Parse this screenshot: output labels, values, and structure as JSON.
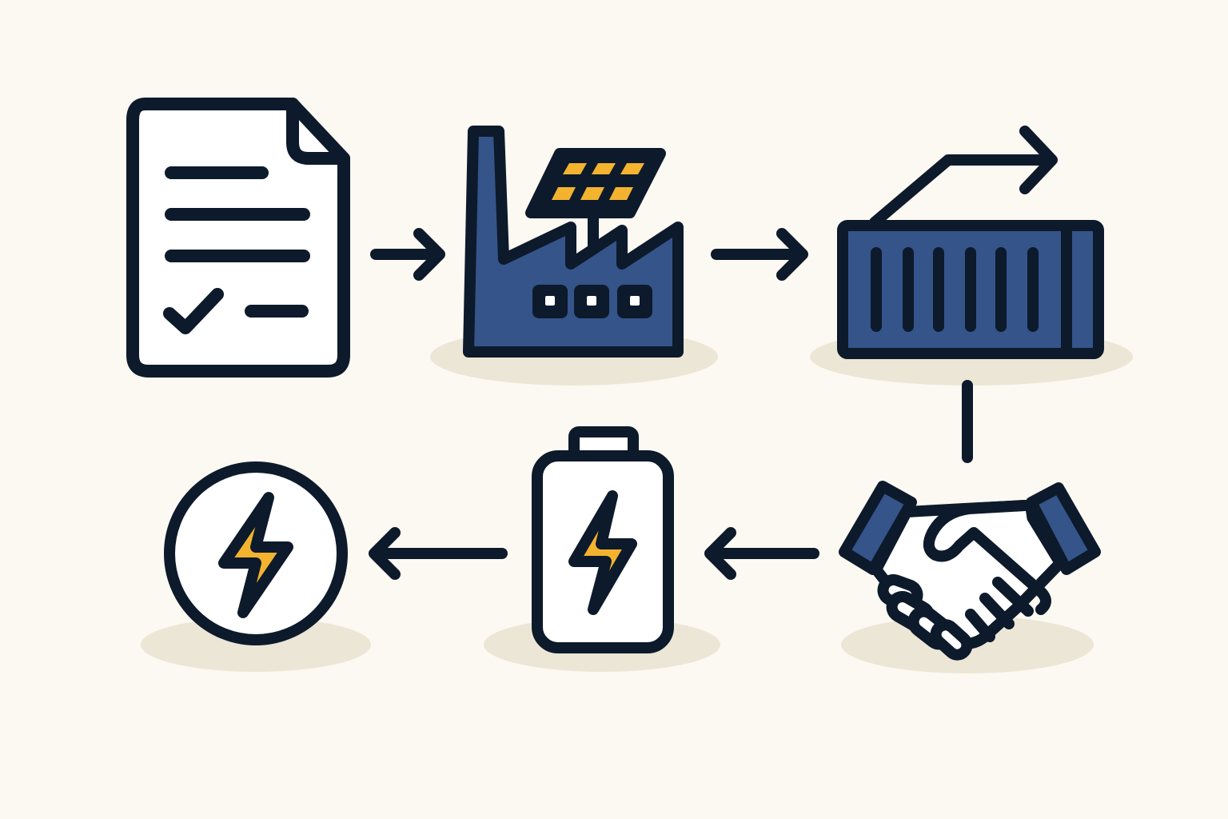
{
  "colors": {
    "background": "#fbf9f2",
    "outline": "#0d1a2b",
    "primary_fill": "#34548a",
    "accent_yellow": "#f3b32f",
    "shadow": "#ece6d6",
    "paper": "#ffffff"
  },
  "nodes": [
    {
      "id": "document",
      "icon": "document-checklist-icon"
    },
    {
      "id": "factory",
      "icon": "solar-factory-icon"
    },
    {
      "id": "container",
      "icon": "shipping-container-icon"
    },
    {
      "id": "handshake",
      "icon": "handshake-icon"
    },
    {
      "id": "battery",
      "icon": "battery-charging-icon"
    },
    {
      "id": "energy",
      "icon": "lightning-circle-icon"
    }
  ],
  "edges": [
    {
      "from": "document",
      "to": "factory",
      "style": "arrow"
    },
    {
      "from": "factory",
      "to": "container",
      "style": "arrow"
    },
    {
      "from": "container",
      "to": "handshake",
      "style": "line"
    },
    {
      "from": "handshake",
      "to": "battery",
      "style": "arrow"
    },
    {
      "from": "battery",
      "to": "energy",
      "style": "arrow"
    }
  ]
}
